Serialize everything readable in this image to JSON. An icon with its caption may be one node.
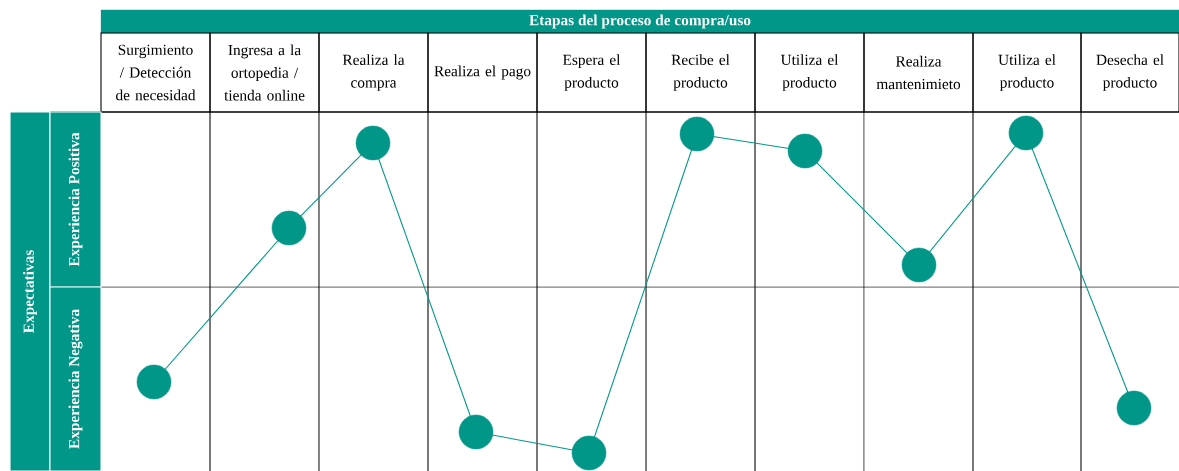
{
  "diagram": {
    "nodes": [
      {
        "text": [
          "Etapas del proceso de compra/uso"
        ]
      },
      {
        "text": [
          "Surgimiento / Detección de necesidad"
        ]
      },
      {
        "text": [
          "Ingresa a la ortopedia / tienda online"
        ]
      },
      {
        "text": [
          "Realiza la compra"
        ]
      },
      {
        "text": [
          "Realiza el pago"
        ]
      },
      {
        "text": [
          "Espera el producto"
        ]
      },
      {
        "text": [
          "Recibe el producto"
        ]
      },
      {
        "text": [
          "Utiliza el producto"
        ]
      },
      {
        "text": [
          "Realiza mantenimieto"
        ]
      },
      {
        "text": [
          "Utiliza el producto"
        ]
      },
      {
        "text": [
          "Desecha el producto"
        ]
      },
      {
        "text": [
          "Expectativas"
        ]
      },
      {
        "text": [
          "Experiencia Positiva"
        ]
      },
      {
        "text": [
          "Experiencia Negativa"
        ]
      },
      {
        "text": [],
        "shape": "circle"
      },
      {
        "text": [],
        "shape": "circle"
      },
      {
        "text": [],
        "shape": "circle"
      },
      {
        "text": [],
        "shape": "circle"
      },
      {
        "text": [],
        "shape": "circle"
      },
      {
        "text": [],
        "shape": "circle"
      },
      {
        "text": [],
        "shape": "circle"
      },
      {
        "text": [],
        "shape": "circle"
      },
      {
        "text": [],
        "shape": "circle"
      },
      {
        "text": [],
        "shape": "circle"
      }
    ],
    "edges": [
      {
        "from": 14,
        "to": 15,
        "arrow": "none"
      },
      {
        "from": 15,
        "to": 16,
        "arrow": "none"
      },
      {
        "from": 16,
        "to": 17,
        "arrow": "none"
      },
      {
        "from": 17,
        "to": 18,
        "arrow": "none"
      },
      {
        "from": 18,
        "to": 19,
        "arrow": "none"
      },
      {
        "from": 19,
        "to": 20,
        "arrow": "none"
      },
      {
        "from": 20,
        "to": 21,
        "arrow": "none"
      },
      {
        "from": 21,
        "to": 22,
        "arrow": "none"
      },
      {
        "from": 22,
        "to": 23,
        "arrow": "none"
      }
    ]
  }
}
